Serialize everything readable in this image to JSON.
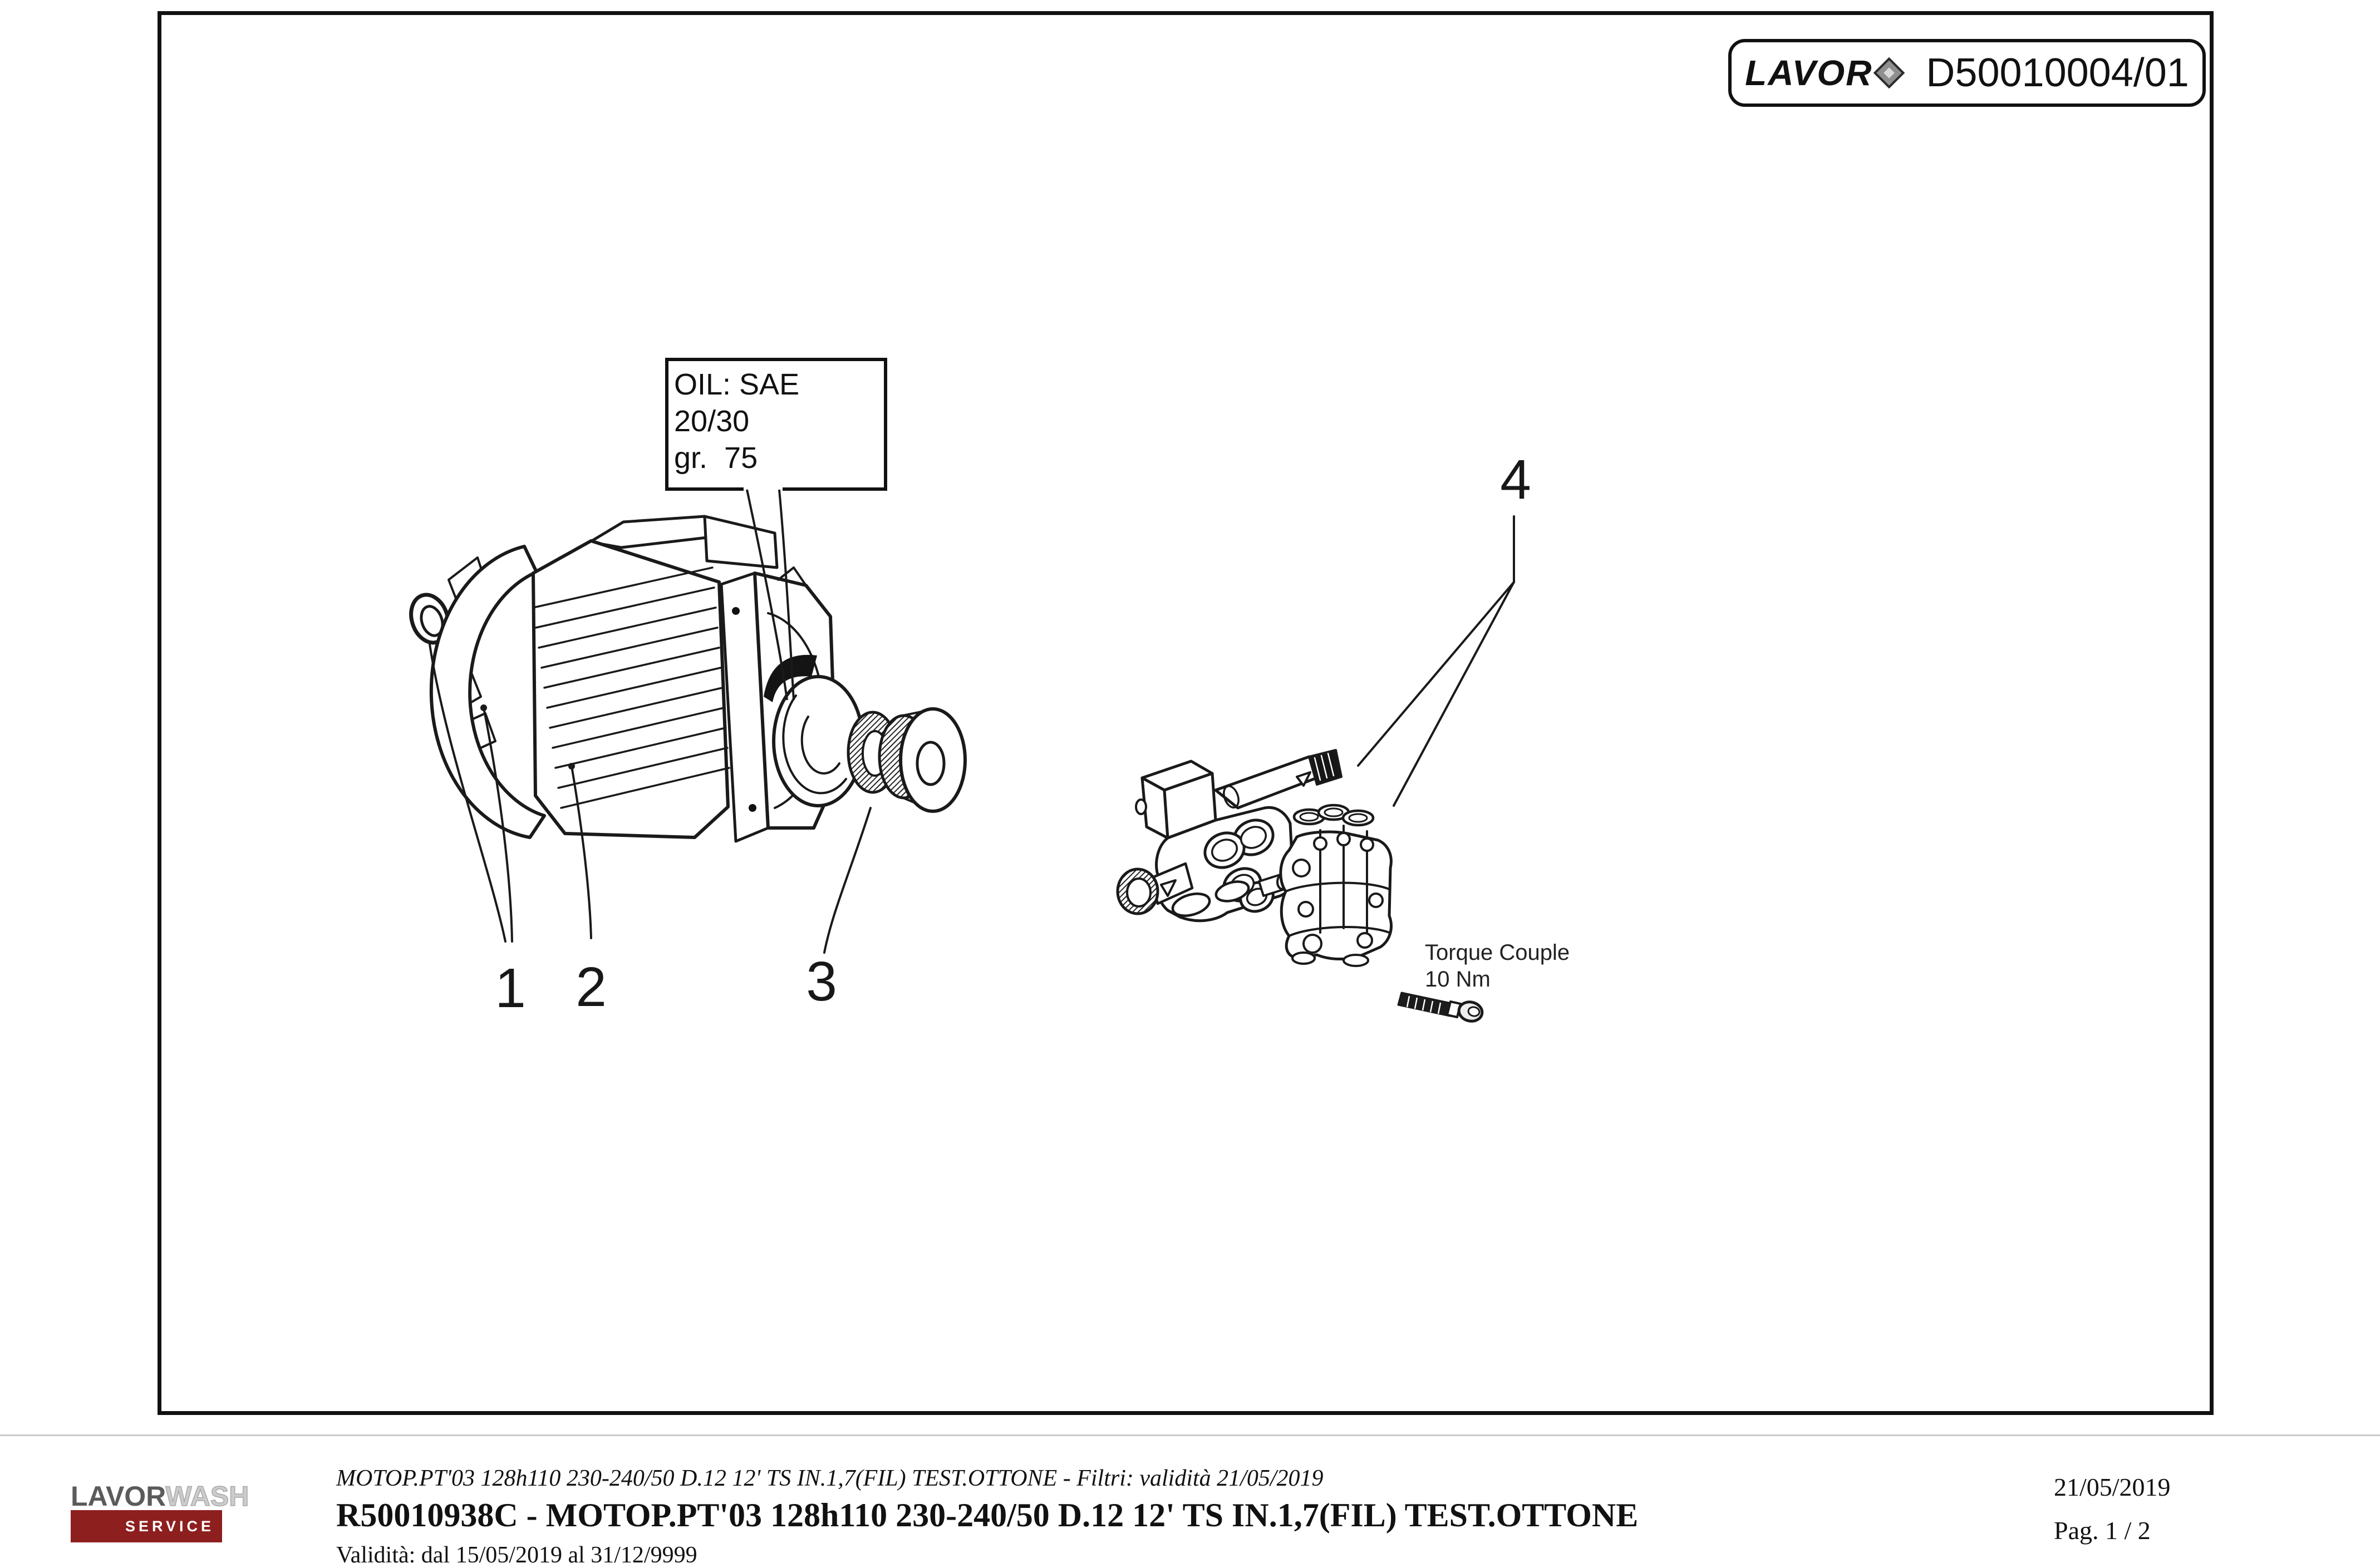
{
  "header": {
    "brand": "LAVOR",
    "doc_number": "D50010004/01"
  },
  "diagram": {
    "oil_label_line1": "OIL: SAE 20/30",
    "oil_label_line2": "gr.  75",
    "torque_label_line1": "Torque Couple",
    "torque_label_line2": "10 Nm",
    "callout_1": "1",
    "callout_2": "2",
    "callout_3": "3",
    "callout_4": "4"
  },
  "footer": {
    "brand_part1": "LAVOR",
    "brand_part2": "WASH",
    "brand_service": "SERVICE",
    "filter_line": "MOTOP.PT'03 128h110 230-240/50 D.12 12' TS IN.1,7(FIL) TEST.OTTONE - Filtri: validità 21/05/2019",
    "title_line": "R50010938C - MOTOP.PT'03 128h110 230-240/50 D.12 12' TS IN.1,7(FIL) TEST.OTTONE",
    "validity_line": "Validità: dal 15/05/2019 al 31/12/9999",
    "date": "21/05/2019",
    "page": "Pag. 1 / 2"
  },
  "colors": {
    "service_red": "#8e1f1f",
    "line_color": "#1a1a1a"
  }
}
